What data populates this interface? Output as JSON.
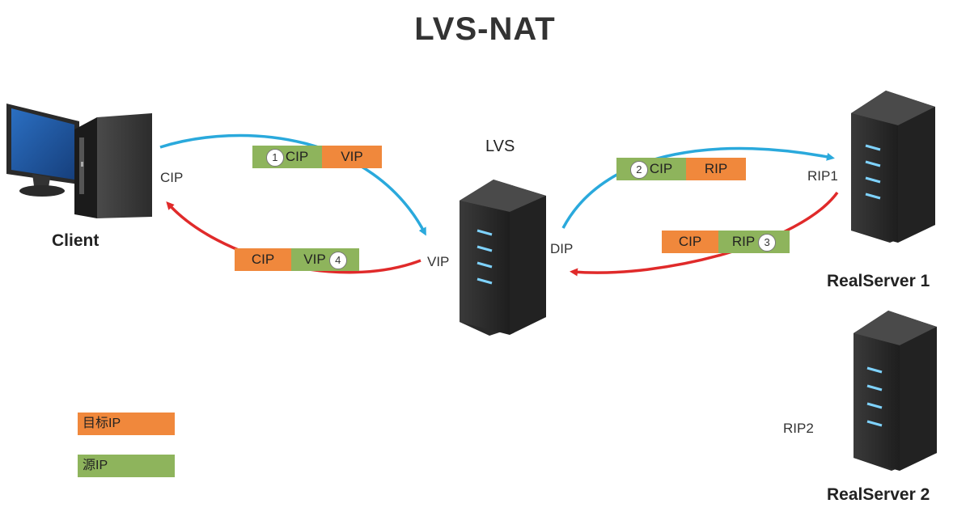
{
  "title": "LVS-NAT",
  "nodes": {
    "client": "Client",
    "lvs": "LVS",
    "rs1": "RealServer  1",
    "rs2": "RealServer  2"
  },
  "ip_labels": {
    "cip": "CIP",
    "vip": "VIP",
    "dip": "DIP",
    "rip1": "RIP1",
    "rip2": "RIP2"
  },
  "packets": [
    {
      "step": "1",
      "src": "CIP",
      "dst": "VIP"
    },
    {
      "step": "2",
      "src": "CIP",
      "dst": "RIP"
    },
    {
      "step": "3",
      "src": "RIP",
      "dst": "CIP"
    },
    {
      "step": "4",
      "src": "VIP",
      "dst": "CIP"
    }
  ],
  "legend": {
    "dst": "目标IP",
    "src": "源IP"
  },
  "colors": {
    "source": "#8eb45c",
    "destination": "#f0883c",
    "request_arrow": "#2aa9dc",
    "response_arrow": "#e02a2a"
  }
}
